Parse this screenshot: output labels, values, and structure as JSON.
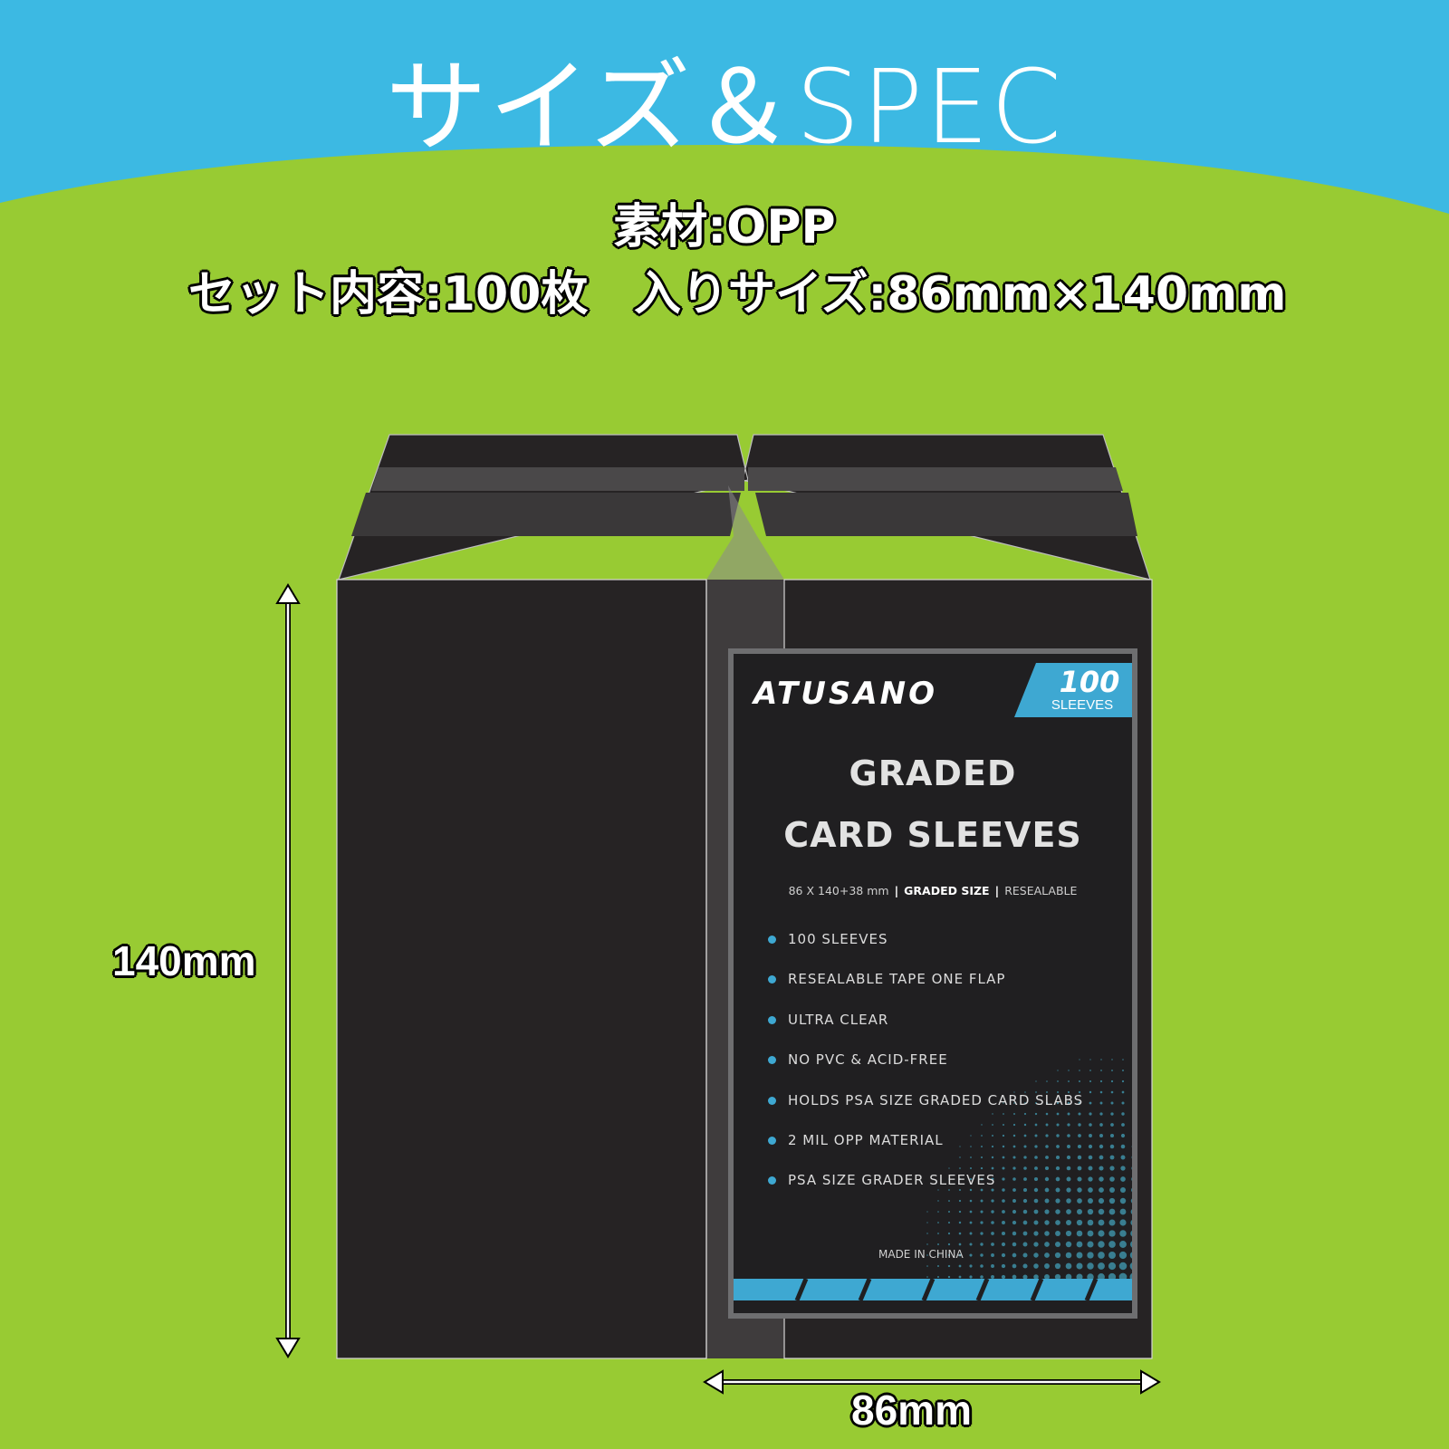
{
  "header": {
    "title": "サイズ＆SPEC",
    "banner_color": "#3cb9e3"
  },
  "specs": {
    "material": "素材:OPP",
    "set_contents": "セット内容:100枚",
    "fit_size": "入りサイズ:86mm×140mm"
  },
  "dimensions": {
    "height_label": "140mm",
    "width_label": "86mm"
  },
  "package": {
    "brand": "ATUSANO",
    "count": "100",
    "count_unit": "SLEEVES",
    "title_line1": "GRADED",
    "title_line2": "CARD SLEEVES",
    "spec_size": "86 X 140+38 mm",
    "spec_type": "GRADED SIZE",
    "spec_feature": "RESEALABLE",
    "features": [
      "100 SLEEVES",
      "RESEALABLE TAPE ONE FLAP",
      "ULTRA CLEAR",
      "NO PVC & ACID-FREE",
      "HOLDS PSA SIZE GRADED CARD SLABS",
      "2 MIL OPP MATERIAL",
      "PSA SIZE GRADER SLEEVES"
    ],
    "made_in": "MADE IN CHINA",
    "accent_color": "#3ea8d2"
  },
  "colors": {
    "background": "#98cb33",
    "sleeve": "#262324"
  }
}
